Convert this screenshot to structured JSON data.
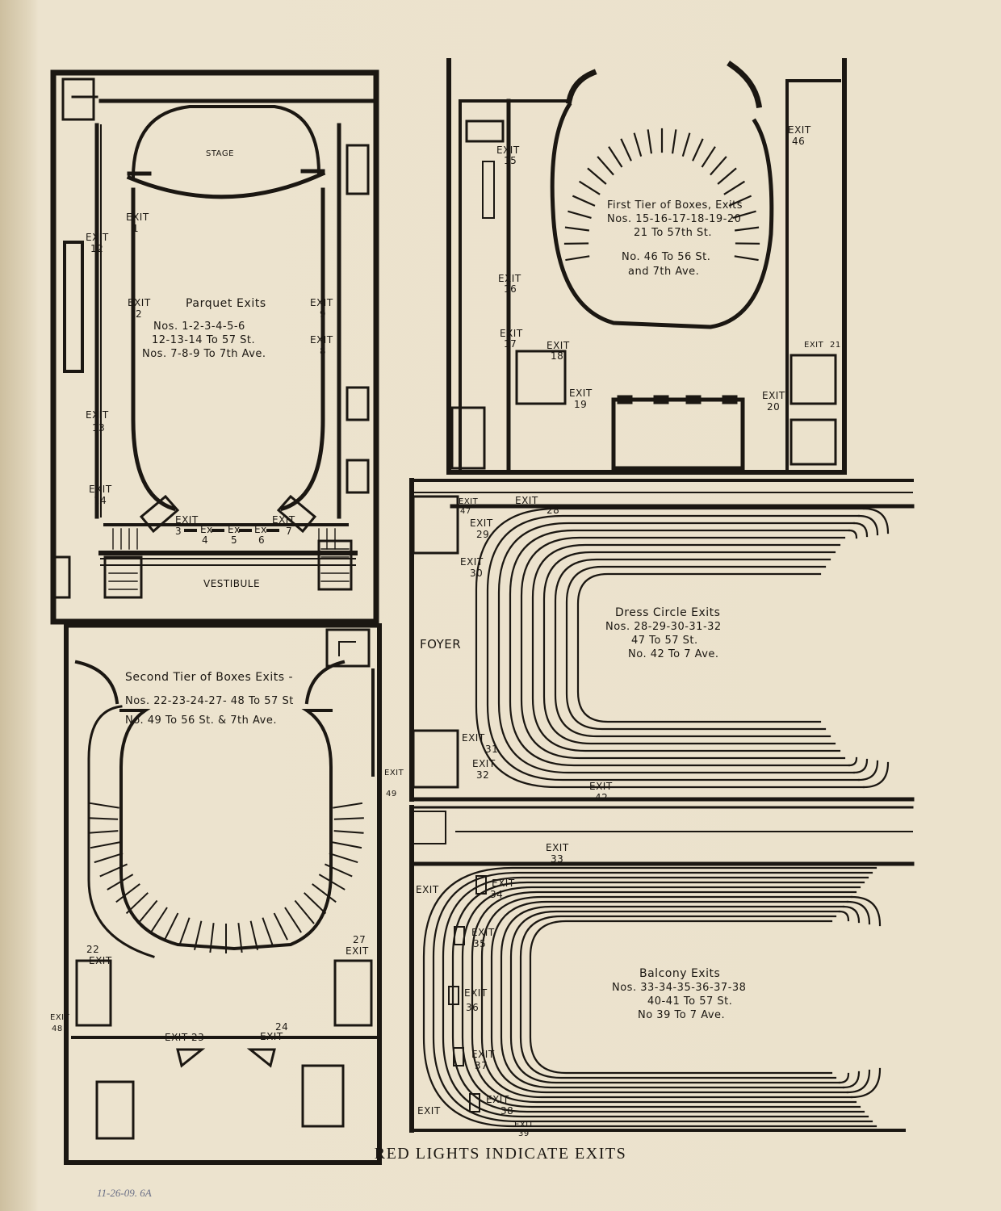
{
  "footer": "RED LIGHTS INDICATE EXITS",
  "handwritten_note": "11-26-09. 6A",
  "parquet": {
    "stage": "STAGE",
    "vestibule": "VESTIBULE",
    "title": "Parquet Exits",
    "line1": "Nos. 1-2-3-4-5-6",
    "line2": "12-13-14 To 57 St.",
    "line3": "Nos. 7-8-9 To 7th Ave.",
    "exits": {
      "e1": [
        "EXIT",
        "1"
      ],
      "e2": [
        "EXIT",
        "2"
      ],
      "e8": [
        "EXIT",
        "8"
      ],
      "e9": [
        "EXIT",
        "9"
      ],
      "e12": [
        "EXIT",
        "12"
      ],
      "e13": [
        "EXIT",
        "13"
      ],
      "e14": [
        "EXIT",
        "14"
      ],
      "e3": [
        "EXIT",
        "3"
      ],
      "e4": [
        "Ex",
        "4"
      ],
      "e5": [
        "Ex",
        "5"
      ],
      "e6": [
        "Ex",
        "6"
      ],
      "e7": [
        "EXIT",
        "7"
      ]
    }
  },
  "first_tier": {
    "title": "First Tier of Boxes, Exits",
    "line1": "Nos. 15-16-17-18-19-20",
    "line2": "21 To 57th St.",
    "line3": "No. 46 To 56 St.",
    "line4": "and 7th Ave.",
    "exits": {
      "e15": [
        "EXIT",
        "15"
      ],
      "e16": [
        "EXIT",
        "16"
      ],
      "e17": [
        "EXIT",
        "17"
      ],
      "e18": [
        "EXIT",
        "18"
      ],
      "e19": [
        "EXIT",
        "19"
      ],
      "e20": [
        "EXIT",
        "20"
      ],
      "e21": [
        "EXIT",
        "21"
      ],
      "e46": [
        "EXIT",
        "46"
      ]
    }
  },
  "dress_circle": {
    "foyer": "FOYER",
    "title": "Dress Circle Exits",
    "line1": "Nos. 28-29-30-31-32",
    "line2": "47 To 57 St.",
    "line3": "No. 42 To 7 Ave.",
    "exits": {
      "e47": [
        "EXIT",
        "47"
      ],
      "e28": [
        "EXIT",
        "28"
      ],
      "e29": [
        "EXIT",
        "29"
      ],
      "e30": [
        "EXIT",
        "30"
      ],
      "e31": [
        "EXIT",
        "31"
      ],
      "e32": [
        "EXIT",
        "32"
      ],
      "e42": [
        "EXIT",
        "42"
      ]
    }
  },
  "second_tier": {
    "title": "Second Tier of Boxes Exits -",
    "line1": "Nos. 22-23-24-27- 48 To 57 St",
    "line2": "No. 49 To 56 St. & 7th Ave.",
    "exits": {
      "e22": [
        "22",
        "EXIT"
      ],
      "e27": [
        "27",
        "EXIT"
      ],
      "e23": [
        "EXIT 23",
        ""
      ],
      "e24": [
        "24",
        "EXIT"
      ],
      "e48": [
        "EXIT",
        "48"
      ],
      "e49": [
        "EXIT",
        "49"
      ]
    }
  },
  "balcony": {
    "title": "Balcony Exits",
    "line1": "Nos. 33-34-35-36-37-38",
    "line2": "40-41 To 57 St.",
    "line3": "No 39 To 7 Ave.",
    "exits": {
      "e33": [
        "EXIT",
        "33"
      ],
      "e34": [
        "EXIT",
        "34"
      ],
      "e35": [
        "EXIT",
        "35"
      ],
      "e36": [
        "EXIT",
        "36"
      ],
      "e37": [
        "EXIT",
        "37"
      ],
      "e38": [
        "EXIT",
        "38"
      ],
      "e39": [
        "EXIT",
        "39"
      ],
      "e40": [
        "EXIT",
        ""
      ],
      "e41": [
        "EXIT",
        ""
      ]
    }
  }
}
